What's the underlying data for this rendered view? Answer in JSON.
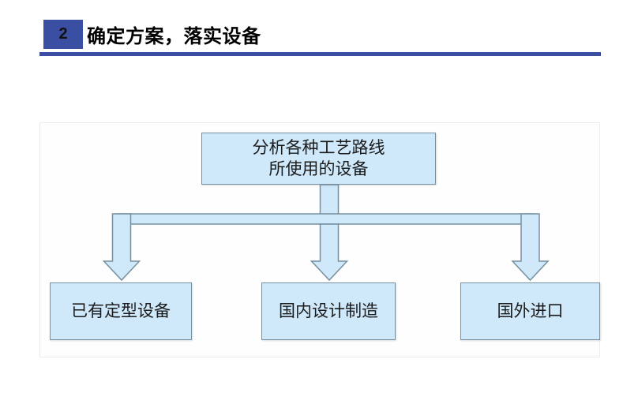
{
  "header": {
    "step_number": "2",
    "title": "确定方案，落实设备",
    "badge_color": "#3a4ea2",
    "rule_color": "#3a4ea2"
  },
  "diagram": {
    "type": "flowchart",
    "orientation": "top-down",
    "node_fill_color": "#cfe9fb",
    "node_border_color": "#76909f",
    "connector_style": "block-arrow",
    "root": {
      "id": "analyze-equipment",
      "line1": "分析各种工艺路线",
      "line2": "所使用的设备"
    },
    "branches": [
      {
        "id": "existing-equipment",
        "label": "已有定型设备"
      },
      {
        "id": "domestic-manufacture",
        "label": "国内设计制造"
      },
      {
        "id": "foreign-import",
        "label": "国外进口"
      }
    ]
  }
}
